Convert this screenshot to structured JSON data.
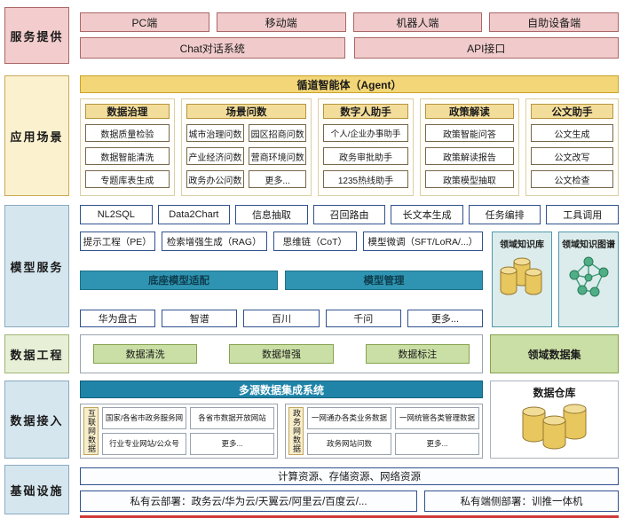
{
  "colors": {
    "pink": "#f1cbcb",
    "gold": "#f3d678",
    "teal_light": "#2f94b2",
    "teal_dark": "#1f84a8",
    "navy_border": "#31518e",
    "green": "#cadfa5",
    "knowledge_bg": "#dcecec",
    "cylinder_yellow": "#e7c75e",
    "red_line": "#ce3a3a"
  },
  "service": {
    "label": "服务提供",
    "terminals": [
      "PC端",
      "移动端",
      "机器人端",
      "自助设备端"
    ],
    "channels": [
      "Chat对话系统",
      "API接口"
    ]
  },
  "application": {
    "label": "应用场景",
    "agent": "循道智能体（Agent）",
    "columns": [
      {
        "title": "数据治理",
        "items": [
          "数据质量检验",
          "数据智能清洗",
          "专题库表生成"
        ]
      },
      {
        "title": "场景问数",
        "left": [
          "城市治理问数",
          "产业经济问数",
          "政务办公问数"
        ],
        "right": [
          "园区招商问数",
          "营商环境问数",
          "更多..."
        ]
      },
      {
        "title": "数字人助手",
        "items": [
          "个人/企业办事助手",
          "政务审批助手",
          "1235热线助手"
        ]
      },
      {
        "title": "政策解读",
        "items": [
          "政策智能问答",
          "政策解读报告",
          "政策模型抽取"
        ]
      },
      {
        "title": "公文助手",
        "items": [
          "公文生成",
          "公文改写",
          "公文检查"
        ]
      }
    ]
  },
  "model": {
    "label": "模型服务",
    "capabilities": [
      "NL2SQL",
      "Data2Chart",
      "信息抽取",
      "召回路由",
      "长文本生成",
      "任务编排",
      "工具调用"
    ],
    "techniques": [
      "提示工程（PE）",
      "检索增强生成（RAG）",
      "思维链（CoT）",
      "模型微调（SFT/LoRA/...）"
    ],
    "bars": [
      "底座模型适配",
      "模型管理"
    ],
    "models": [
      "华为盘古",
      "智谱",
      "百川",
      "千问",
      "更多..."
    ],
    "knowledge_base": "领域知识库",
    "knowledge_graph": "领域知识图谱"
  },
  "data_engineering": {
    "label": "数据工程",
    "items": [
      "数据清洗",
      "数据增强",
      "数据标注"
    ],
    "dataset": "领域数据集"
  },
  "data_access": {
    "label": "数据接入",
    "integration": "多源数据集成系统",
    "internet": {
      "label": "互联网数据",
      "items": [
        "国家/各省市政务服务网",
        "各省市数据开放网站",
        "行业专业网站/公众号",
        "更多..."
      ]
    },
    "gov": {
      "label": "政务网数据",
      "items": [
        "一网通办各类业务数据",
        "一网统管各类管理数据",
        "政务网站问数",
        "更多..."
      ]
    },
    "warehouse": "数据仓库"
  },
  "infrastructure": {
    "label": "基础设施",
    "resources": "计算资源、存储资源、网络资源",
    "private_cloud": "私有云部署：政务云/华为云/天翼云/阿里云/百度云/...",
    "edge": "私有端侧部署：训推一体机"
  }
}
